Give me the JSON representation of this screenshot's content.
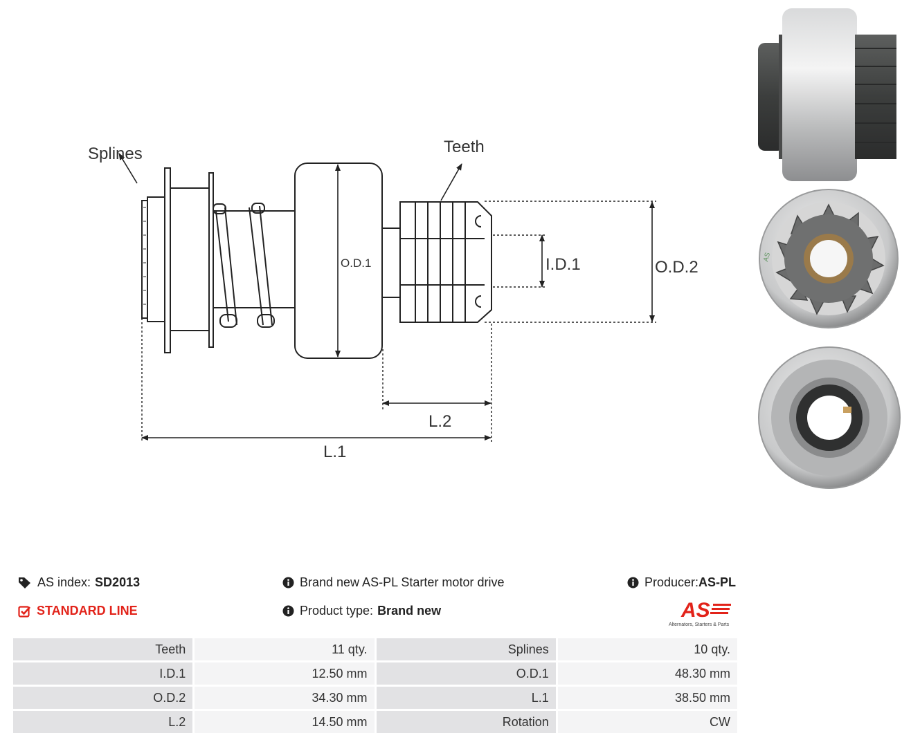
{
  "diagram": {
    "labels": {
      "splines": "Splines",
      "teeth": "Teeth",
      "od1": "O.D.1",
      "id1": "I.D.1",
      "od2": "O.D.2",
      "l2": "L.2",
      "l1": "L.1"
    }
  },
  "photos": {
    "side_as_mark": "AS"
  },
  "info": {
    "as_index_label": "AS index:",
    "as_index_value": "SD2013",
    "line": "STANDARD LINE",
    "description": "Brand new AS-PL Starter motor drive",
    "product_type_label": "Product type:",
    "product_type_value": "Brand new",
    "producer_label": "Producer:",
    "producer_value": "AS-PL",
    "logo_text": "AS",
    "logo_tagline": "Alternators, Starters & Parts"
  },
  "specs": [
    {
      "k1": "Teeth",
      "v1": "11 qty.",
      "k2": "Splines",
      "v2": "10 qty."
    },
    {
      "k1": "I.D.1",
      "v1": "12.50 mm",
      "k2": "O.D.1",
      "v2": "48.30 mm"
    },
    {
      "k1": "O.D.2",
      "v1": "34.30 mm",
      "k2": "L.1",
      "v2": "38.50 mm"
    },
    {
      "k1": "L.2",
      "v1": "14.50 mm",
      "k2": "Rotation",
      "v2": "CW"
    }
  ],
  "colors": {
    "accent_red": "#e2231a",
    "key_cell": "#e2e2e4",
    "value_cell": "#f4f4f5"
  },
  "icons": {
    "tag": "tags-icon",
    "check": "check-square-icon",
    "info": "info-circle-icon"
  }
}
